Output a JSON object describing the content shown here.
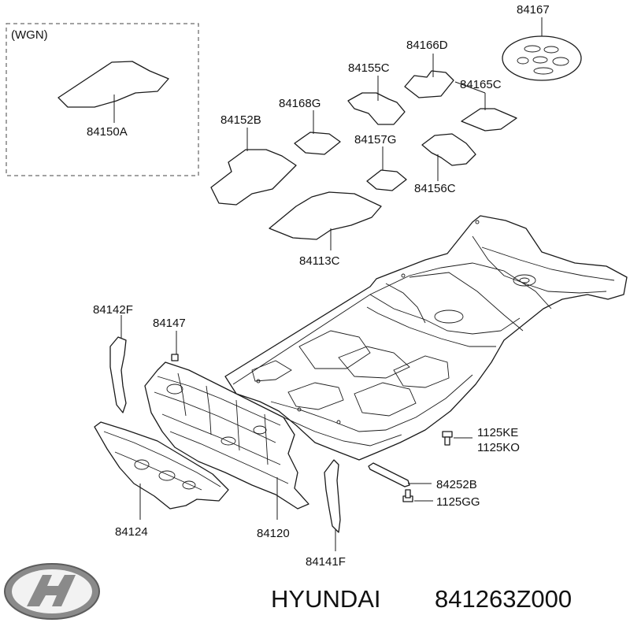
{
  "group": {
    "variant": "(WGN)"
  },
  "parts": [
    {
      "id": "84150A"
    },
    {
      "id": "84167"
    },
    {
      "id": "84166D"
    },
    {
      "id": "84155C"
    },
    {
      "id": "84165C"
    },
    {
      "id": "84168G"
    },
    {
      "id": "84152B"
    },
    {
      "id": "84157G"
    },
    {
      "id": "84156C"
    },
    {
      "id": "84113C"
    },
    {
      "id": "84142F"
    },
    {
      "id": "84147"
    },
    {
      "id": "1125KE"
    },
    {
      "id": "1125KO"
    },
    {
      "id": "84252B"
    },
    {
      "id": "1125GG"
    },
    {
      "id": "84124"
    },
    {
      "id": "84120"
    },
    {
      "id": "84141F"
    }
  ],
  "footer": {
    "brand_name": "HYUNDAI",
    "part_number": "841263Z000",
    "logo": "hyundai-logo-icon"
  },
  "colors": {
    "line": "#1a1a1a",
    "logo_gray": "#8a8a8a"
  }
}
